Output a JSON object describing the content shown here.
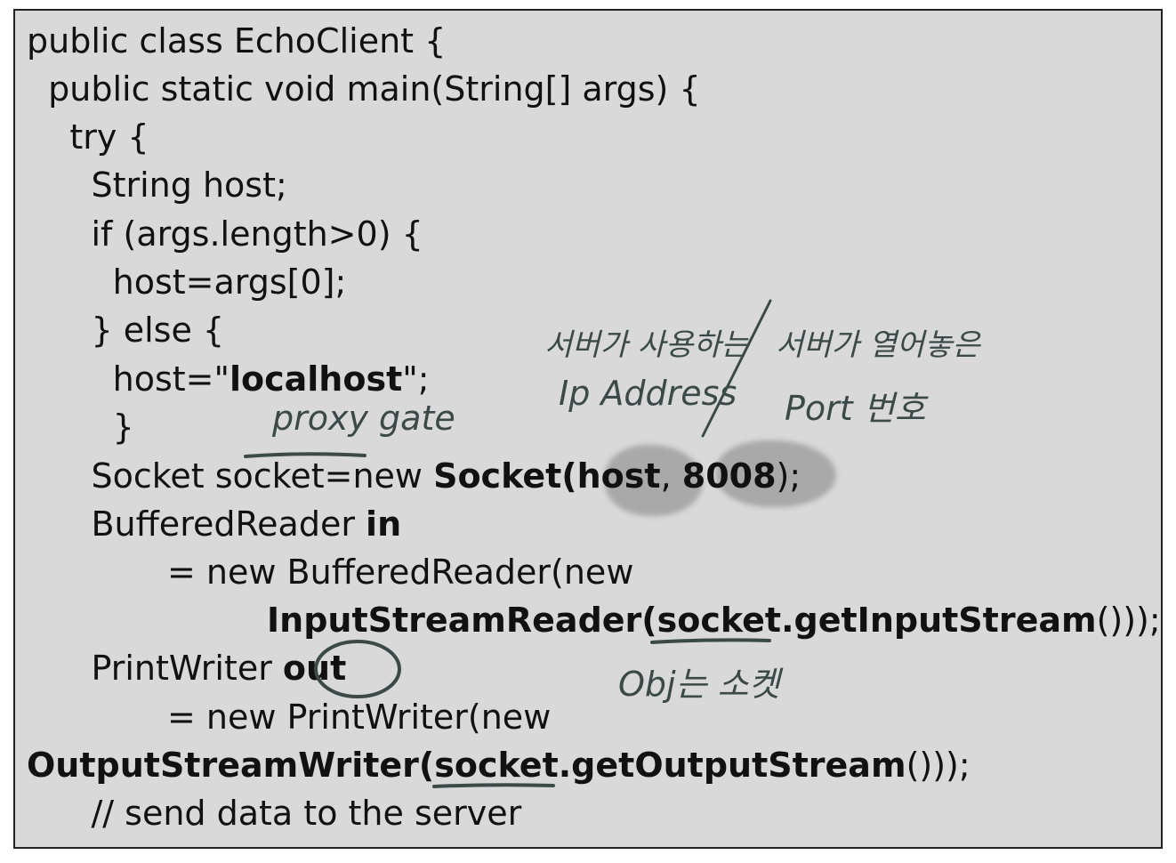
{
  "code_lines": [
    "public class EchoClient {",
    "  public static void main(String[] args) {",
    "    try {",
    "      String host;",
    "      if (args.length>0) {",
    "        host=args[0];",
    "      } else {",
    "        host=\"",
    "        }",
    "      Socket socket=new ",
    "      BufferedReader ",
    "= new BufferedReader(new",
    "InputStreamReader(",
    "      PrintWriter ",
    "= new PrintWriter(new",
    "OutputStreamWriter(",
    "      // send data to the server"
  ],
  "tokens": {
    "localhost": "localhost",
    "quote_end": "\";",
    "socket_ctor": "Socket(host",
    "comma": ", ",
    "port": "8008",
    "ctor_end": ");",
    "in_var": "in",
    "socket_word_1": "socket",
    "get_input": ".getInputStream",
    "input_end": "()));",
    "out_var": "out",
    "socket_word_2": "socket",
    "get_output": ".getOutputStream",
    "output_end": "()));"
  },
  "annotations": {
    "proxy_gate": "proxy gate",
    "server_ip_line1": "서버가 사용하는",
    "server_ip_line2": "Ip Address",
    "server_port_line1": "서버가 열어놓은",
    "server_port_line2": "Port 번호",
    "obj_socket": "Obj는 소켓"
  },
  "colors": {
    "box_bg": "#d9d9d9",
    "ink": "#3b4a48"
  }
}
